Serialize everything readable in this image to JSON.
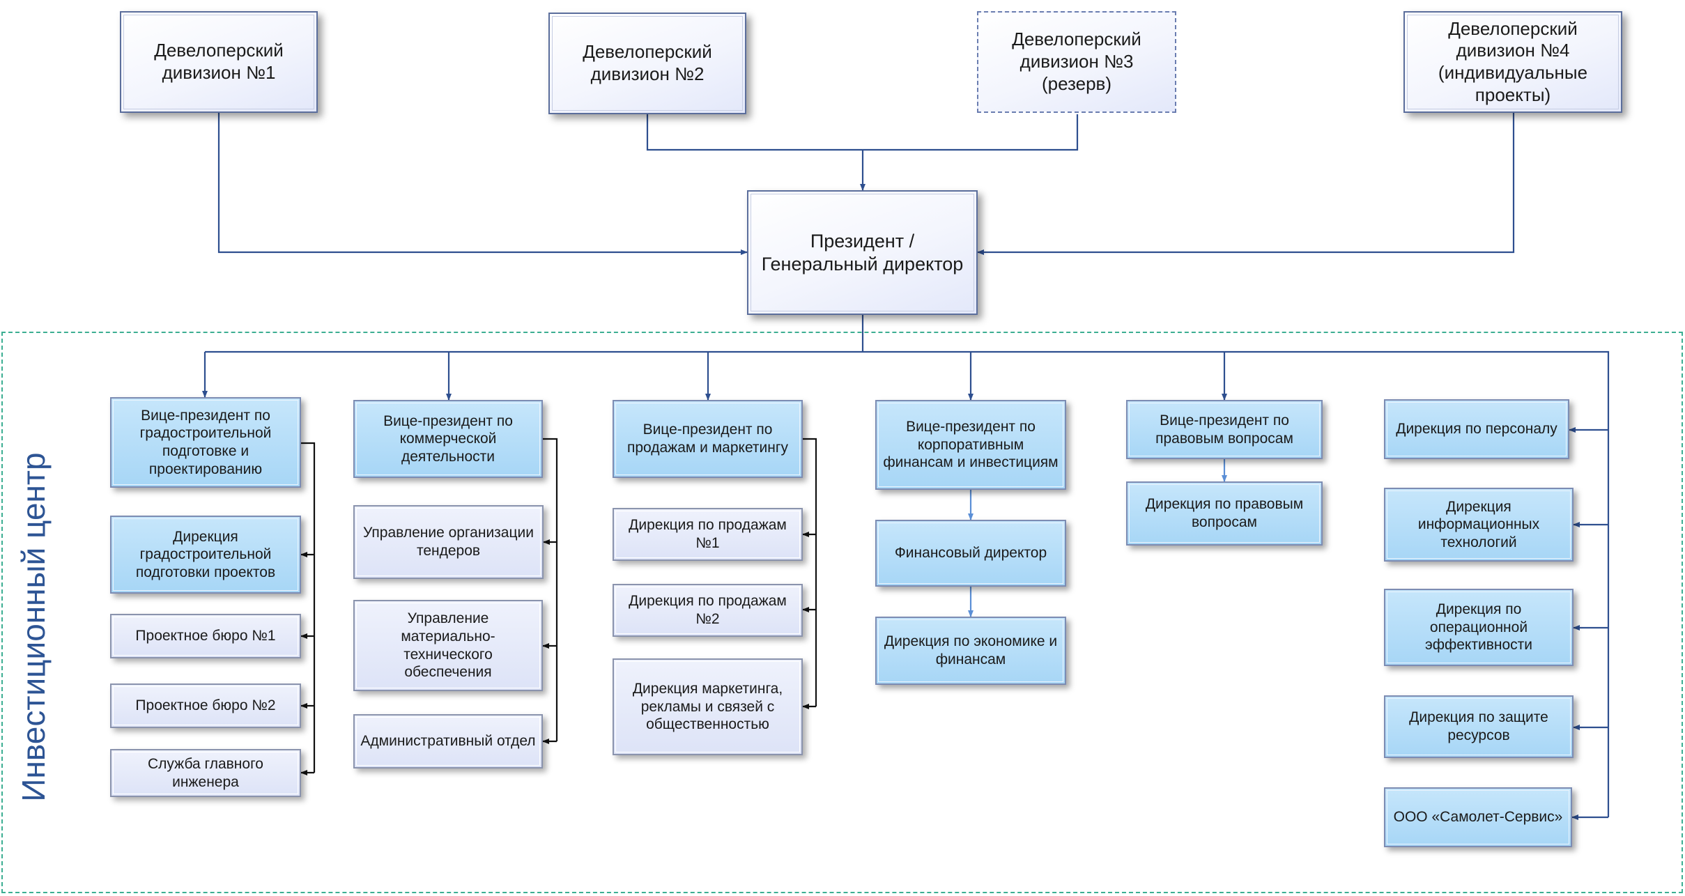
{
  "divisions": [
    "Девелоперский дивизион №1",
    "Девелоперский дивизион №2",
    "Девелоперский дивизион №3 (резерв)",
    "Девелоперский дивизион №4 (индивидуальные проекты)"
  ],
  "president": "Президент / Генеральный директор",
  "investment_center_label": "Инвестиционный центр",
  "columns": [
    {
      "head": "Вице-президент по градостроительной подготовке и проектированию",
      "items": [
        "Дирекция градостроительной подготовки проектов",
        "Проектное бюро №1",
        "Проектное бюро №2",
        "Служба главного инженера"
      ]
    },
    {
      "head": "Вице-президент по коммерческой деятельности",
      "items": [
        "Управление организации тендеров",
        "Управление материально-технического обеспечения",
        "Административный отдел"
      ]
    },
    {
      "head": "Вице-президент по продажам и маркетингу",
      "items": [
        "Дирекция по продажам №1",
        "Дирекция по продажам №2",
        "Дирекция маркетинга, рекламы и связей с общественностью"
      ]
    },
    {
      "head": "Вице-президент по корпоративным финансам и инвестициям",
      "items": [
        "Финансовый директор",
        "Дирекция по экономике и финансам"
      ]
    },
    {
      "head": "Вице-президент по правовым вопросам",
      "items": [
        "Дирекция по правовым вопросам"
      ]
    }
  ],
  "right_column": [
    "Дирекция по персоналу",
    "Дирекция информационных технологий",
    "Дирекция по операционной эффективности",
    "Дирекция по защите ресурсов",
    "ООО «Самолет-Сервис»"
  ],
  "colors": {
    "connector": "#2e4f8f",
    "light_connector": "#5b8fd6",
    "bracket": "#111111",
    "frame": "#3cae92",
    "label": "#2d5494"
  }
}
